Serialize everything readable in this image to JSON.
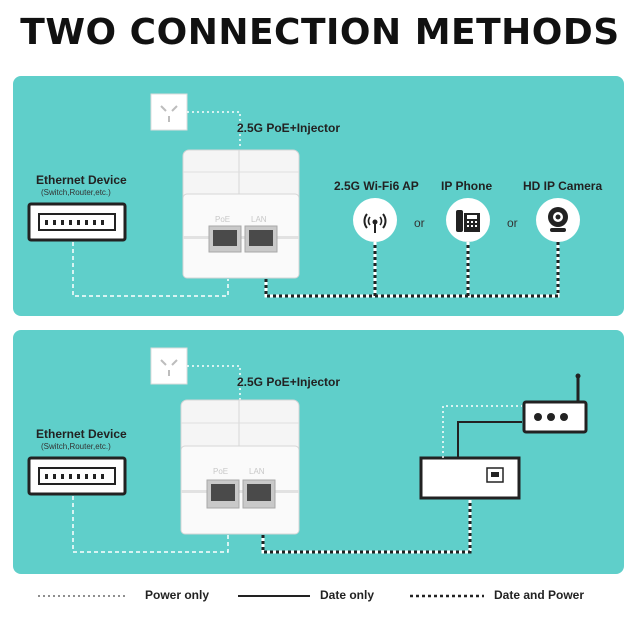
{
  "title": "TWO CONNECTION METHODS",
  "colors": {
    "panel": "#5fcfca",
    "line": "#ffffff",
    "device": "#f4f4f4"
  },
  "panel1": {
    "injector_label": "2.5G PoE+Injector",
    "ethernet_label": "Ethernet Device",
    "ethernet_sub": "(Switch,Router,etc.)",
    "port_poe": "PoE",
    "port_lan": "LAN",
    "devices": [
      {
        "label": "2.5G Wi-Fi6 AP",
        "icon": "wifi-ap-icon"
      },
      {
        "label": "IP Phone",
        "icon": "phone-icon"
      },
      {
        "label": "HD IP Camera",
        "icon": "camera-icon"
      }
    ],
    "or1": "or",
    "or2": "or"
  },
  "panel2": {
    "injector_label": "2.5G PoE+Injector",
    "ethernet_label": "Ethernet Device",
    "ethernet_sub": "(Switch,Router,etc.)",
    "port_poe": "PoE",
    "port_lan": "LAN"
  },
  "legend": {
    "power_only": "Power only",
    "data_only": "Date only",
    "data_power": "Date and Power"
  }
}
